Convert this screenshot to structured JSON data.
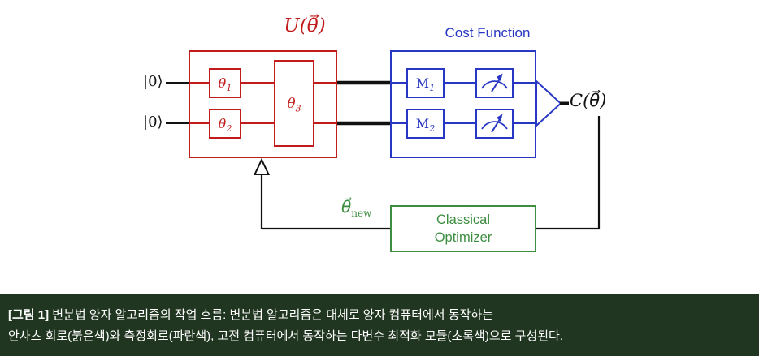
{
  "diagram": {
    "qubits": [
      {
        "label": "|0⟩"
      },
      {
        "label": "|0⟩"
      }
    ],
    "ansatz": {
      "title": "U(θ⃗)",
      "gate1": {
        "base": "θ",
        "sub": "1"
      },
      "gate2": {
        "base": "θ",
        "sub": "2"
      },
      "gate3": {
        "base": "θ",
        "sub": "3"
      }
    },
    "cost": {
      "title": "Cost Function",
      "m1": {
        "base": "M",
        "sub": "1"
      },
      "m2": {
        "base": "M",
        "sub": "2"
      }
    },
    "output": {
      "label": "C(θ⃗)"
    },
    "feedback": {
      "base": "θ⃗",
      "sub": "new"
    },
    "optimizer": {
      "line1": "Classical",
      "line2": "Optimizer"
    }
  },
  "caption": {
    "tag": "[그림 1]",
    "rest1": " 변분법 양자 알고리즘의 작업 흐름: 변분법 알고리즘은 대체로 양자 컴퓨터에서 동작하는",
    "line2": "안사츠 회로(붉은색)와 측정회로(파란색), 고전 컴퓨터에서 동작하는 다변수 최적화 모듈(초록색)으로 구성된다."
  },
  "colors": {
    "ansatz_red": "#c11b1b",
    "cost_blue": "#2737c3",
    "optimizer_green": "#3e8e41",
    "caption_bg": "#203620",
    "wire_black": "#111111"
  }
}
